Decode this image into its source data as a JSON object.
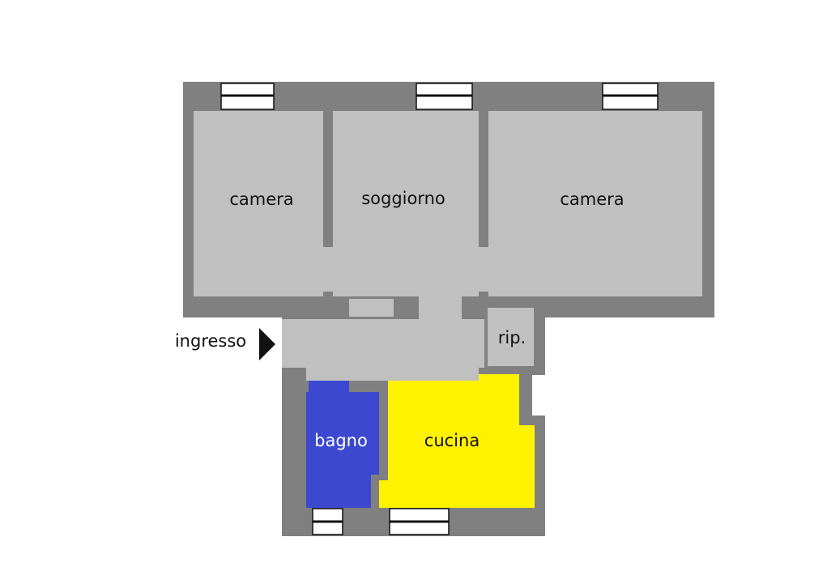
{
  "rooms": {
    "camera_left": "camera",
    "soggiorno": "soggiorno",
    "camera_right": "camera",
    "ripostiglio": "rip.",
    "bagno": "bagno",
    "cucina": "cucina"
  },
  "entrance": {
    "label": "ingresso"
  },
  "colors": {
    "wall": "#808080",
    "floor": "#c0c0c0",
    "bathroom": "#3c48d0",
    "kitchen": "#fff200",
    "window": "#ffffff",
    "label_dark": "#111111",
    "label_light": "#ffffff"
  }
}
